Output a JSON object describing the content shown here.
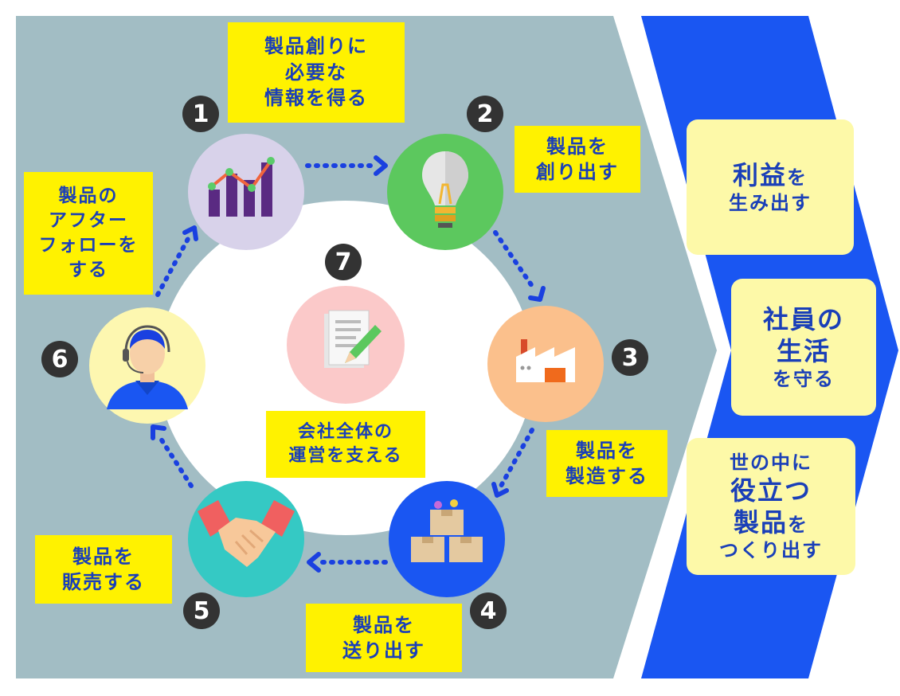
{
  "colors": {
    "gray_panel": "#a2bdc4",
    "blue_chevron": "#1a56f2",
    "label_yellow": "#fff200",
    "right_label": "#fdf9a8",
    "text_blue": "#1a3fb8",
    "arrow_blue": "#1a40e0"
  },
  "steps": [
    {
      "num": "1",
      "label": "製品創りに\n必要な\n情報を得る",
      "icon": "bar-chart-icon"
    },
    {
      "num": "2",
      "label": "製品を\n創り出す",
      "icon": "lightbulb-icon"
    },
    {
      "num": "3",
      "label": "製品を\n製造する",
      "icon": "factory-icon"
    },
    {
      "num": "4",
      "label": "製品を\n送り出す",
      "icon": "boxes-icon"
    },
    {
      "num": "5",
      "label": "製品を\n販売する",
      "icon": "handshake-icon"
    },
    {
      "num": "6",
      "label": "製品の\nアフター\nフォローを\nする",
      "icon": "support-agent-icon"
    }
  ],
  "center": {
    "num": "7",
    "label": "会社全体の\n運営を支える",
    "icon": "document-pen-icon"
  },
  "results": [
    {
      "big": "利益",
      "small1": "を",
      "small2": "生み出す"
    },
    {
      "line1": "社員の",
      "line2": "生活",
      "line3": "を守る"
    },
    {
      "line1": "世の中に",
      "line2": "役立つ",
      "line3a": "製品",
      "line3b": "を",
      "line4": "つくり出す"
    }
  ]
}
